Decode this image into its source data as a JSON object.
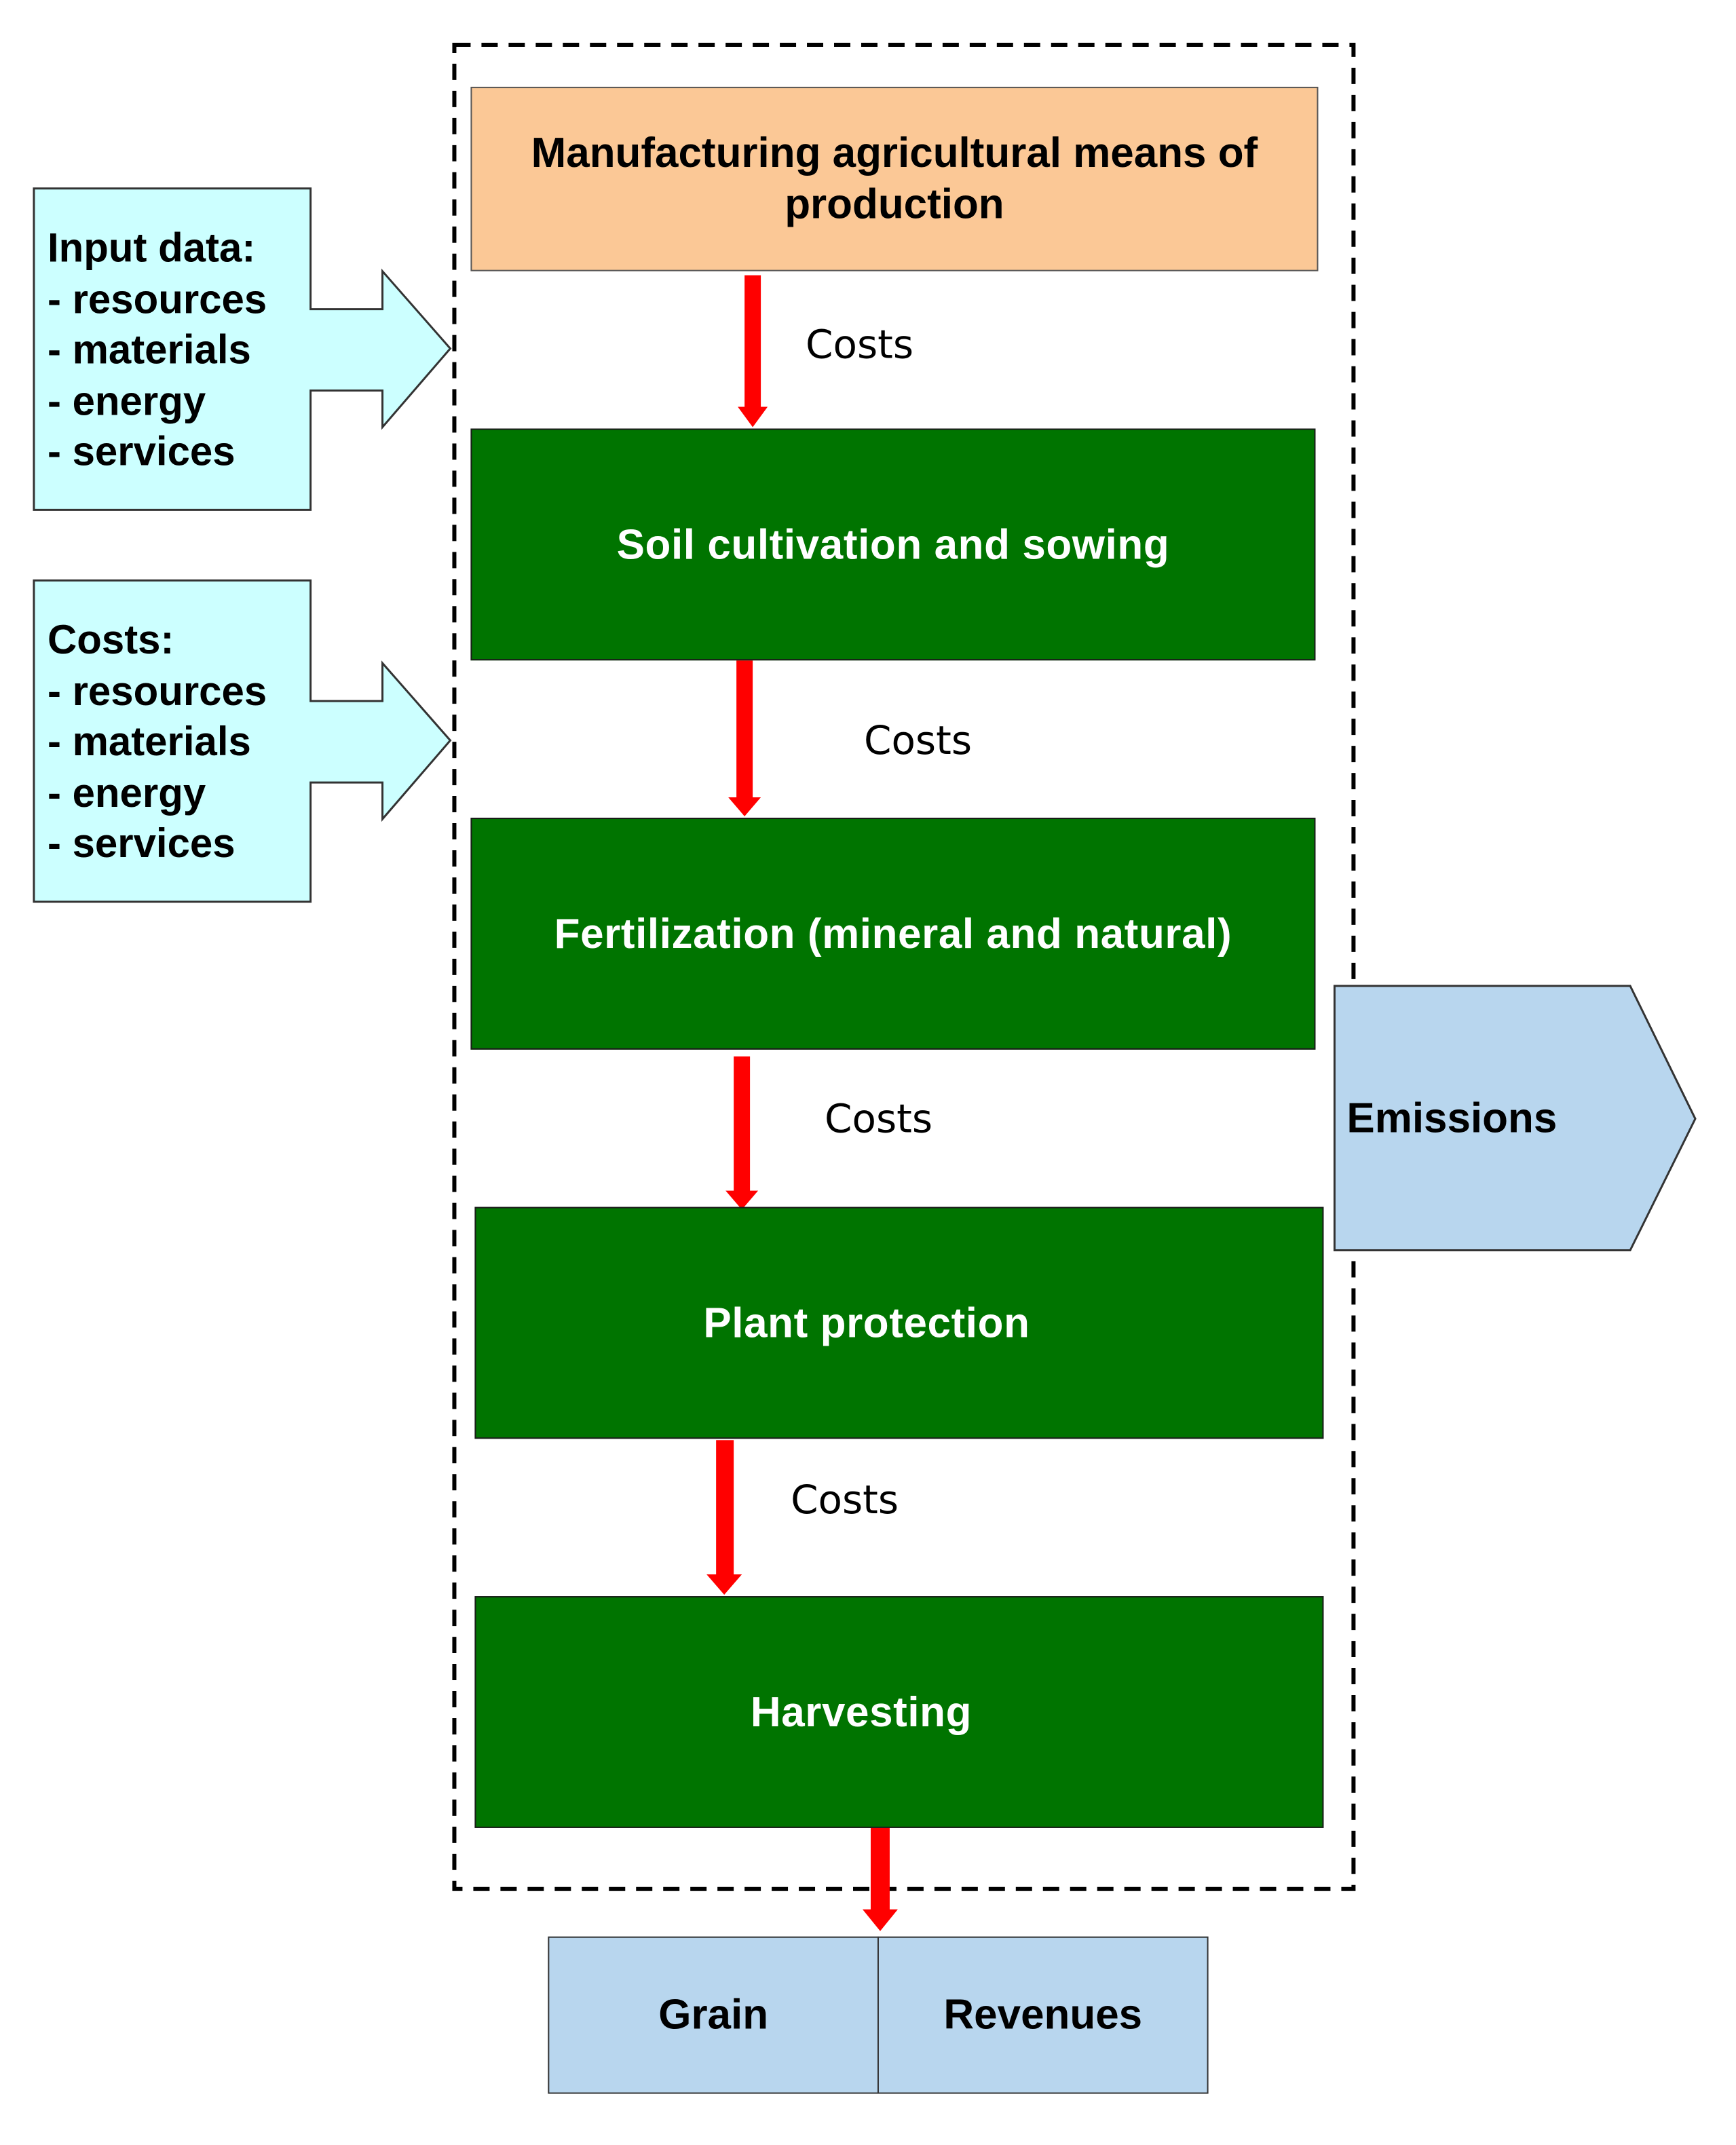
{
  "steps": {
    "manufacturing": "Manufacturing agricultural means of production",
    "soil": "Soil cultivation and sowing",
    "fertilization": "Fertilization (mineral and natural)",
    "protection": "Plant protection",
    "harvesting": "Harvesting"
  },
  "costs_labels": [
    "Costs",
    "Costs",
    "Costs",
    "Costs"
  ],
  "input_box": {
    "title": "Input data:",
    "items": [
      "- resources",
      "- materials",
      "- energy",
      "- services"
    ]
  },
  "costs_box": {
    "title": "Costs:",
    "items": [
      "- resources",
      "- materials",
      "- energy",
      "- services"
    ]
  },
  "emissions": "Emissions",
  "outputs": {
    "grain": "Grain",
    "revenues": "Revenues"
  },
  "colors": {
    "step_green": "#007400",
    "top_box_orange": "#fbc896",
    "input_cyan": "#ccffff",
    "output_blue": "#b8d6ee",
    "arrow_red": "#ff0000"
  }
}
